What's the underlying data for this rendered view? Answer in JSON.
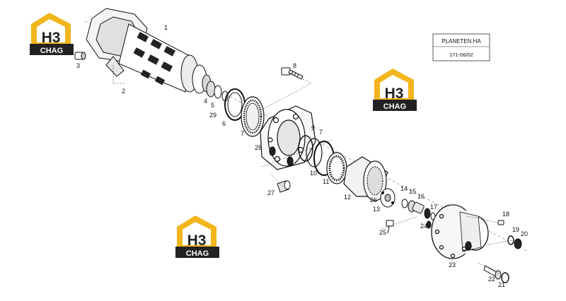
{
  "title_box": {
    "line1": "PLANETEN  HA",
    "line2": "171-06/02"
  },
  "logo": {
    "mark": "H3",
    "word": "CHAG",
    "color_gold": "#f2b51c",
    "color_dark": "#222222"
  },
  "callouts": {
    "p1": "1",
    "p2": "2",
    "p3": "3",
    "p4": "4",
    "p5": "5",
    "p6": "6",
    "p7a": "7",
    "p7b": "7",
    "p8": "8",
    "p9": "9",
    "p10": "10",
    "p11": "11",
    "p12": "12",
    "p13": "13",
    "p14": "14",
    "p15": "15",
    "p16": "16",
    "p17": "17",
    "p18": "18",
    "p19": "19",
    "p20": "20",
    "p21": "21",
    "p22": "22",
    "p23": "23",
    "p24": "24",
    "p25": "25",
    "p26": "26",
    "p27": "27",
    "p28": "28",
    "p29": "29"
  }
}
